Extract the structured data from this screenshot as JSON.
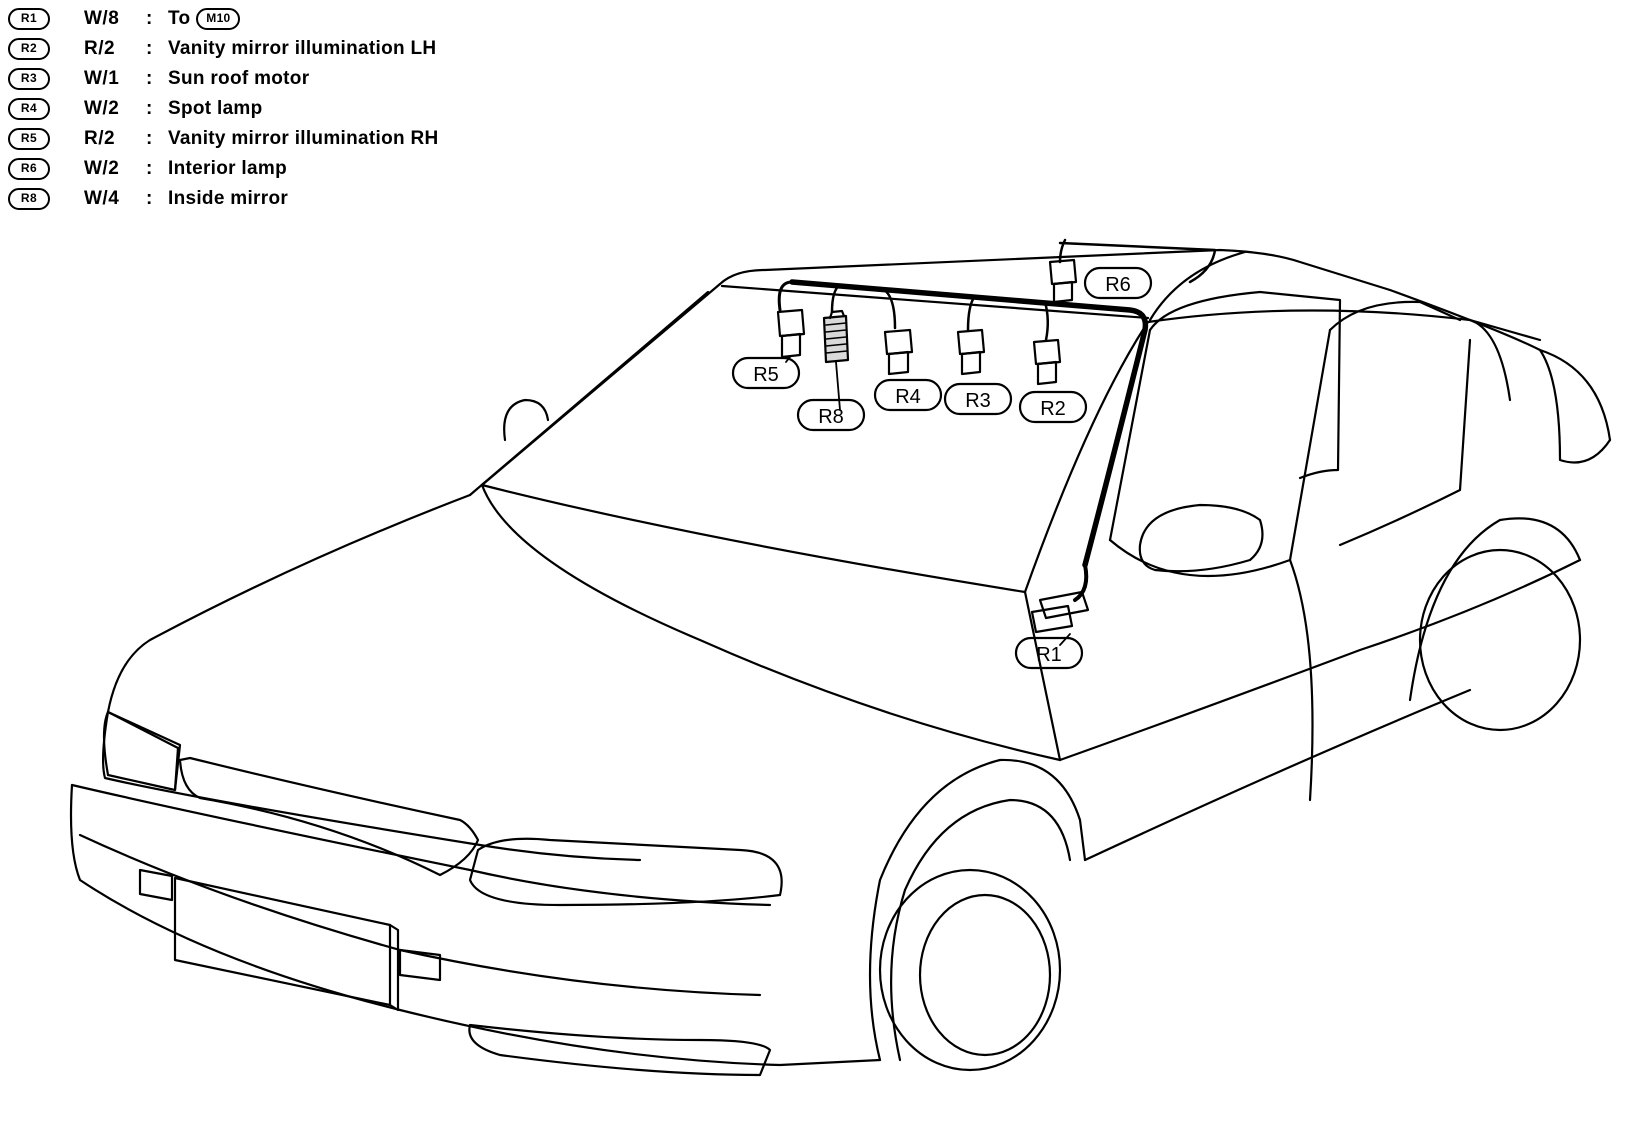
{
  "legend": [
    {
      "code": "R1",
      "spec": "W/8",
      "desc": "To",
      "ref": "M10"
    },
    {
      "code": "R2",
      "spec": "R/2",
      "desc": "Vanity mirror illumination LH"
    },
    {
      "code": "R3",
      "spec": "W/1",
      "desc": "Sun roof motor"
    },
    {
      "code": "R4",
      "spec": "W/2",
      "desc": "Spot lamp"
    },
    {
      "code": "R5",
      "spec": "R/2",
      "desc": "Vanity mirror illumination RH"
    },
    {
      "code": "R6",
      "spec": "W/2",
      "desc": "Interior lamp"
    },
    {
      "code": "R8",
      "spec": "W/4",
      "desc": "Inside mirror"
    }
  ],
  "separator": ":",
  "callouts": {
    "r1": "R1",
    "r2": "R2",
    "r3": "R3",
    "r4": "R4",
    "r5": "R5",
    "r6": "R6",
    "r8": "R8"
  }
}
